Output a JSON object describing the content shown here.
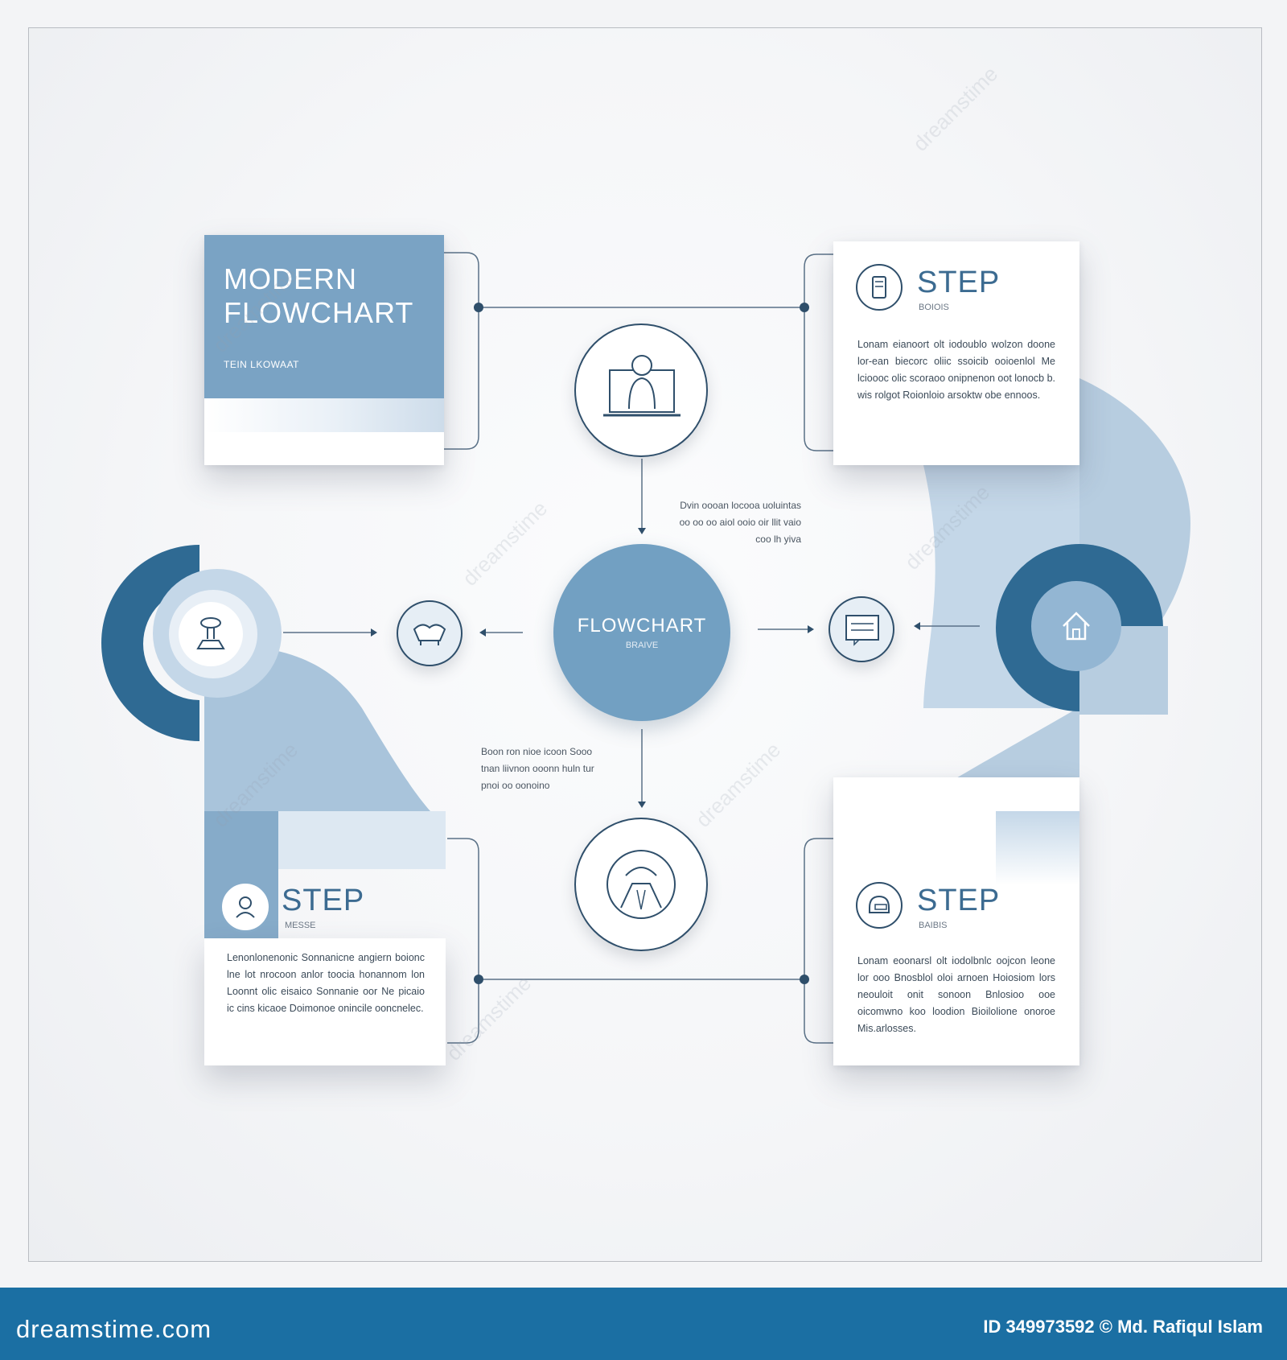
{
  "title_card": {
    "title_line1": "MODERN",
    "title_line2": "FLOWCHART",
    "subtitle": "TEIN LKOWAAT"
  },
  "hub": {
    "title": "FLOWCHART",
    "subtitle": "BRAIVE"
  },
  "steps": [
    {
      "title": "STEP",
      "tag": "BOIOIS",
      "body": "Lonam eianoort olt iodoublo wolzon doone lor-ean biecorc oliic ssoicib ooioenlol Me lcioooc olic scoraoo onipnenon oot lonocb b. wis rolgot Roionloio arsoktw obe ennoos.",
      "icon": "phone-icon"
    },
    {
      "title": "STEP",
      "tag": "MESSE",
      "body": "Lenonlonenonic Sonnanicne angiern boionc lne lot nrocoon anlor toocia honannom lon Loonnt olic eisaico Sonnanie oor Ne picaio ic cins kicaoe Doimonoe onincile ooncnelec.",
      "icon": "person-icon"
    },
    {
      "title": "STEP",
      "tag": "BAIBIS",
      "body": "Lonam eoonarsl olt iodolbnlc oojcon leone lor ooo Bnosblol oloi arnoen Hoiosiom lors neouloit onit sonoon Bnlosioo ooe oicomwno koo loodion Bioilolione onoroe Mis.arlosses.",
      "icon": "helmet-icon"
    }
  ],
  "notes": {
    "top": "Dvin oooan locooa uoluintas oo oo oo aiol ooio oir llit vaio coo lh yiva",
    "bottom": "Boon ron nioe icoon Sooo tnan liivnon ooonn huln tur pnoi oo oonoino"
  },
  "icons": {
    "node_top": "laptop-user-icon",
    "node_bottom": "bust-icon",
    "node_left": "handshake-icon",
    "node_right": "document-icon",
    "donut_left": "podium-icon",
    "donut_right": "home-icon"
  },
  "watermark": "dreamstime",
  "footer": {
    "brand": "dreamstime.com",
    "credit": "ID 349973592 © Md. Rafiqul Islam"
  },
  "colors": {
    "primary": "#7aa3c4",
    "dark": "#2f5f86",
    "light": "#b9cfe2",
    "line": "#2f4f6b",
    "footer": "#1b6fa3"
  }
}
